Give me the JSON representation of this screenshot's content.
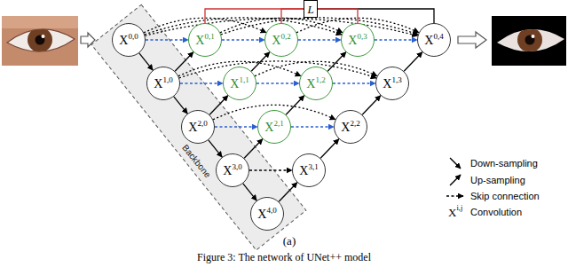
{
  "diagram": {
    "caption": "Figure 3: The network of UNet++ model",
    "nodes": [
      {
        "text": [
          "L"
        ]
      },
      {
        "text": [
          "X",
          "0,0"
        ]
      },
      {
        "text": [
          "X",
          "0,1"
        ]
      },
      {
        "text": [
          "X",
          "0,2"
        ]
      },
      {
        "text": [
          "X",
          "0,3"
        ]
      },
      {
        "text": [
          "X",
          "0,4"
        ]
      },
      {
        "text": [
          "X",
          "1,0"
        ]
      },
      {
        "text": [
          "X",
          "1,1"
        ]
      },
      {
        "text": [
          "X",
          "1,2"
        ]
      },
      {
        "text": [
          "X",
          "1,3"
        ]
      },
      {
        "text": [
          "X",
          "2,0"
        ]
      },
      {
        "text": [
          "X",
          "2,1"
        ]
      },
      {
        "text": [
          "X",
          "2,2"
        ]
      },
      {
        "text": [
          "X",
          "3,0"
        ]
      },
      {
        "text": [
          "X",
          "3,1"
        ]
      },
      {
        "text": [
          "X",
          "4,0"
        ]
      }
    ],
    "edges": [
      {
        "from": 1,
        "to": 6,
        "arrow": "to"
      },
      {
        "from": 6,
        "to": 10,
        "arrow": "to"
      },
      {
        "from": 10,
        "to": 13,
        "arrow": "to"
      },
      {
        "from": 13,
        "to": 15,
        "arrow": "to"
      },
      {
        "from": 6,
        "to": 2,
        "arrow": "to"
      },
      {
        "from": 10,
        "to": 7,
        "arrow": "to"
      },
      {
        "from": 7,
        "to": 3,
        "arrow": "to"
      },
      {
        "from": 13,
        "to": 11,
        "arrow": "to"
      },
      {
        "from": 11,
        "to": 8,
        "arrow": "to"
      },
      {
        "from": 8,
        "to": 4,
        "arrow": "to"
      },
      {
        "from": 15,
        "to": 14,
        "arrow": "to"
      },
      {
        "from": 14,
        "to": 12,
        "arrow": "to"
      },
      {
        "from": 12,
        "to": 9,
        "arrow": "to"
      },
      {
        "from": 9,
        "to": 5,
        "arrow": "to"
      },
      {
        "from": 1,
        "to": 2,
        "arrow": "to"
      },
      {
        "from": 2,
        "to": 3,
        "arrow": "to"
      },
      {
        "from": 3,
        "to": 4,
        "arrow": "to"
      },
      {
        "from": 4,
        "to": 5,
        "arrow": "to"
      },
      {
        "from": 6,
        "to": 7,
        "arrow": "to"
      },
      {
        "from": 7,
        "to": 8,
        "arrow": "to"
      },
      {
        "from": 8,
        "to": 9,
        "arrow": "to"
      },
      {
        "from": 10,
        "to": 11,
        "arrow": "to"
      },
      {
        "from": 11,
        "to": 12,
        "arrow": "to"
      },
      {
        "from": 13,
        "to": 14,
        "arrow": "to"
      },
      {
        "from": 1,
        "to": 3,
        "arrow": "to"
      },
      {
        "from": 1,
        "to": 4,
        "arrow": "to"
      },
      {
        "from": 1,
        "to": 5,
        "arrow": "to"
      },
      {
        "from": 2,
        "to": 4,
        "arrow": "to"
      },
      {
        "from": 2,
        "to": 5,
        "arrow": "to"
      },
      {
        "from": 3,
        "to": 5,
        "arrow": "to"
      },
      {
        "from": 6,
        "to": 8,
        "arrow": "to"
      },
      {
        "from": 6,
        "to": 9,
        "arrow": "to"
      },
      {
        "from": 7,
        "to": 9,
        "arrow": "to"
      },
      {
        "from": 10,
        "to": 12,
        "arrow": "to"
      },
      {
        "from": 2,
        "to": 0,
        "arrow": "none"
      },
      {
        "from": 3,
        "to": 0,
        "arrow": "none"
      },
      {
        "from": 4,
        "to": 0,
        "arrow": "none"
      },
      {
        "from": 5,
        "to": 0,
        "arrow": "none"
      }
    ],
    "labels": [
      "Backbone",
      "X",
      "i,j",
      "(a)"
    ],
    "legend": [
      {
        "text": "Down-sampling"
      },
      {
        "text": "Up-sampling"
      },
      {
        "text": "Skip connection"
      },
      {
        "text": "Convolution"
      }
    ]
  }
}
